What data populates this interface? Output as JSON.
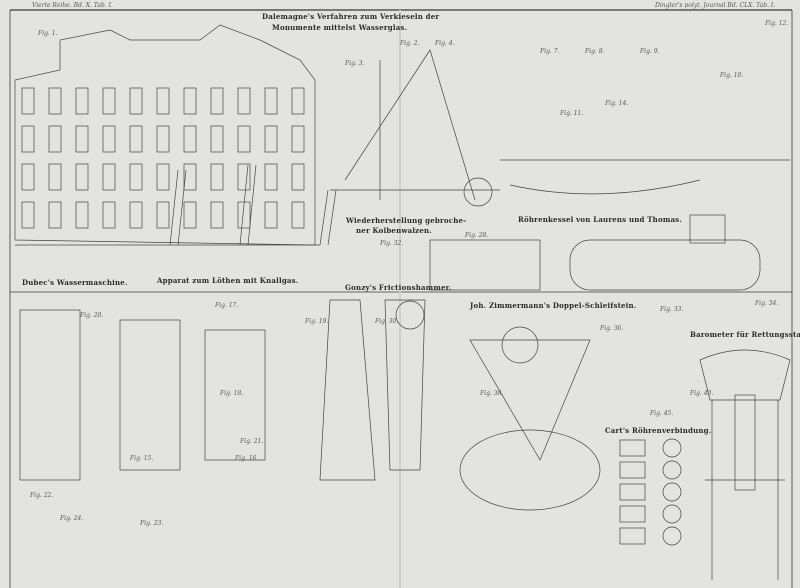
{
  "plate": {
    "header_left": "Vierte Reihe. Bd. X. Tab. I.",
    "header_right": "Dingler's polyt. Journal Bd. CLX. Tab. I."
  },
  "titles": {
    "dalemagne_1": "Dalemagne's Verfahren zum Verkieseln der",
    "dalemagne_2": "Monumente mittelst Wasserglas.",
    "kolbenwalzen_1": "Wiederherstellung gebroche-",
    "kolbenwalzen_2": "ner Kolbenwalzen.",
    "roehrenkessel": "Röhrenkessel von Laurens und Thomas.",
    "dubec": "Dubec's Wassermaschine.",
    "loethen": "Apparat zum Löthen mit Knallgas.",
    "gonzy": "Gonzy's Frictionshammer.",
    "zimmermann": "Joh. Zimmermann's Doppel-Schleifstein.",
    "barometer": "Barometer für Rettungsstationen.",
    "cart": "Cart's Röhrenverbindung."
  },
  "figures": [
    "Fig. 1.",
    "Fig. 2.",
    "Fig. 3.",
    "Fig. 4.",
    "Fig. 7.",
    "Fig. 8.",
    "Fig. 9.",
    "Fig. 10.",
    "Fig. 11.",
    "Fig. 12.",
    "Fig. 14.",
    "Fig. 15.",
    "Fig. 16.",
    "Fig. 17.",
    "Fig. 18.",
    "Fig. 19.",
    "Fig. 20.",
    "Fig. 21.",
    "Fig. 22.",
    "Fig. 23.",
    "Fig. 24.",
    "Fig. 28.",
    "Fig. 30.",
    "Fig. 32.",
    "Fig. 33.",
    "Fig. 34.",
    "Fig. 36.",
    "Fig. 38.",
    "Fig. 40.",
    "Fig. 45."
  ]
}
